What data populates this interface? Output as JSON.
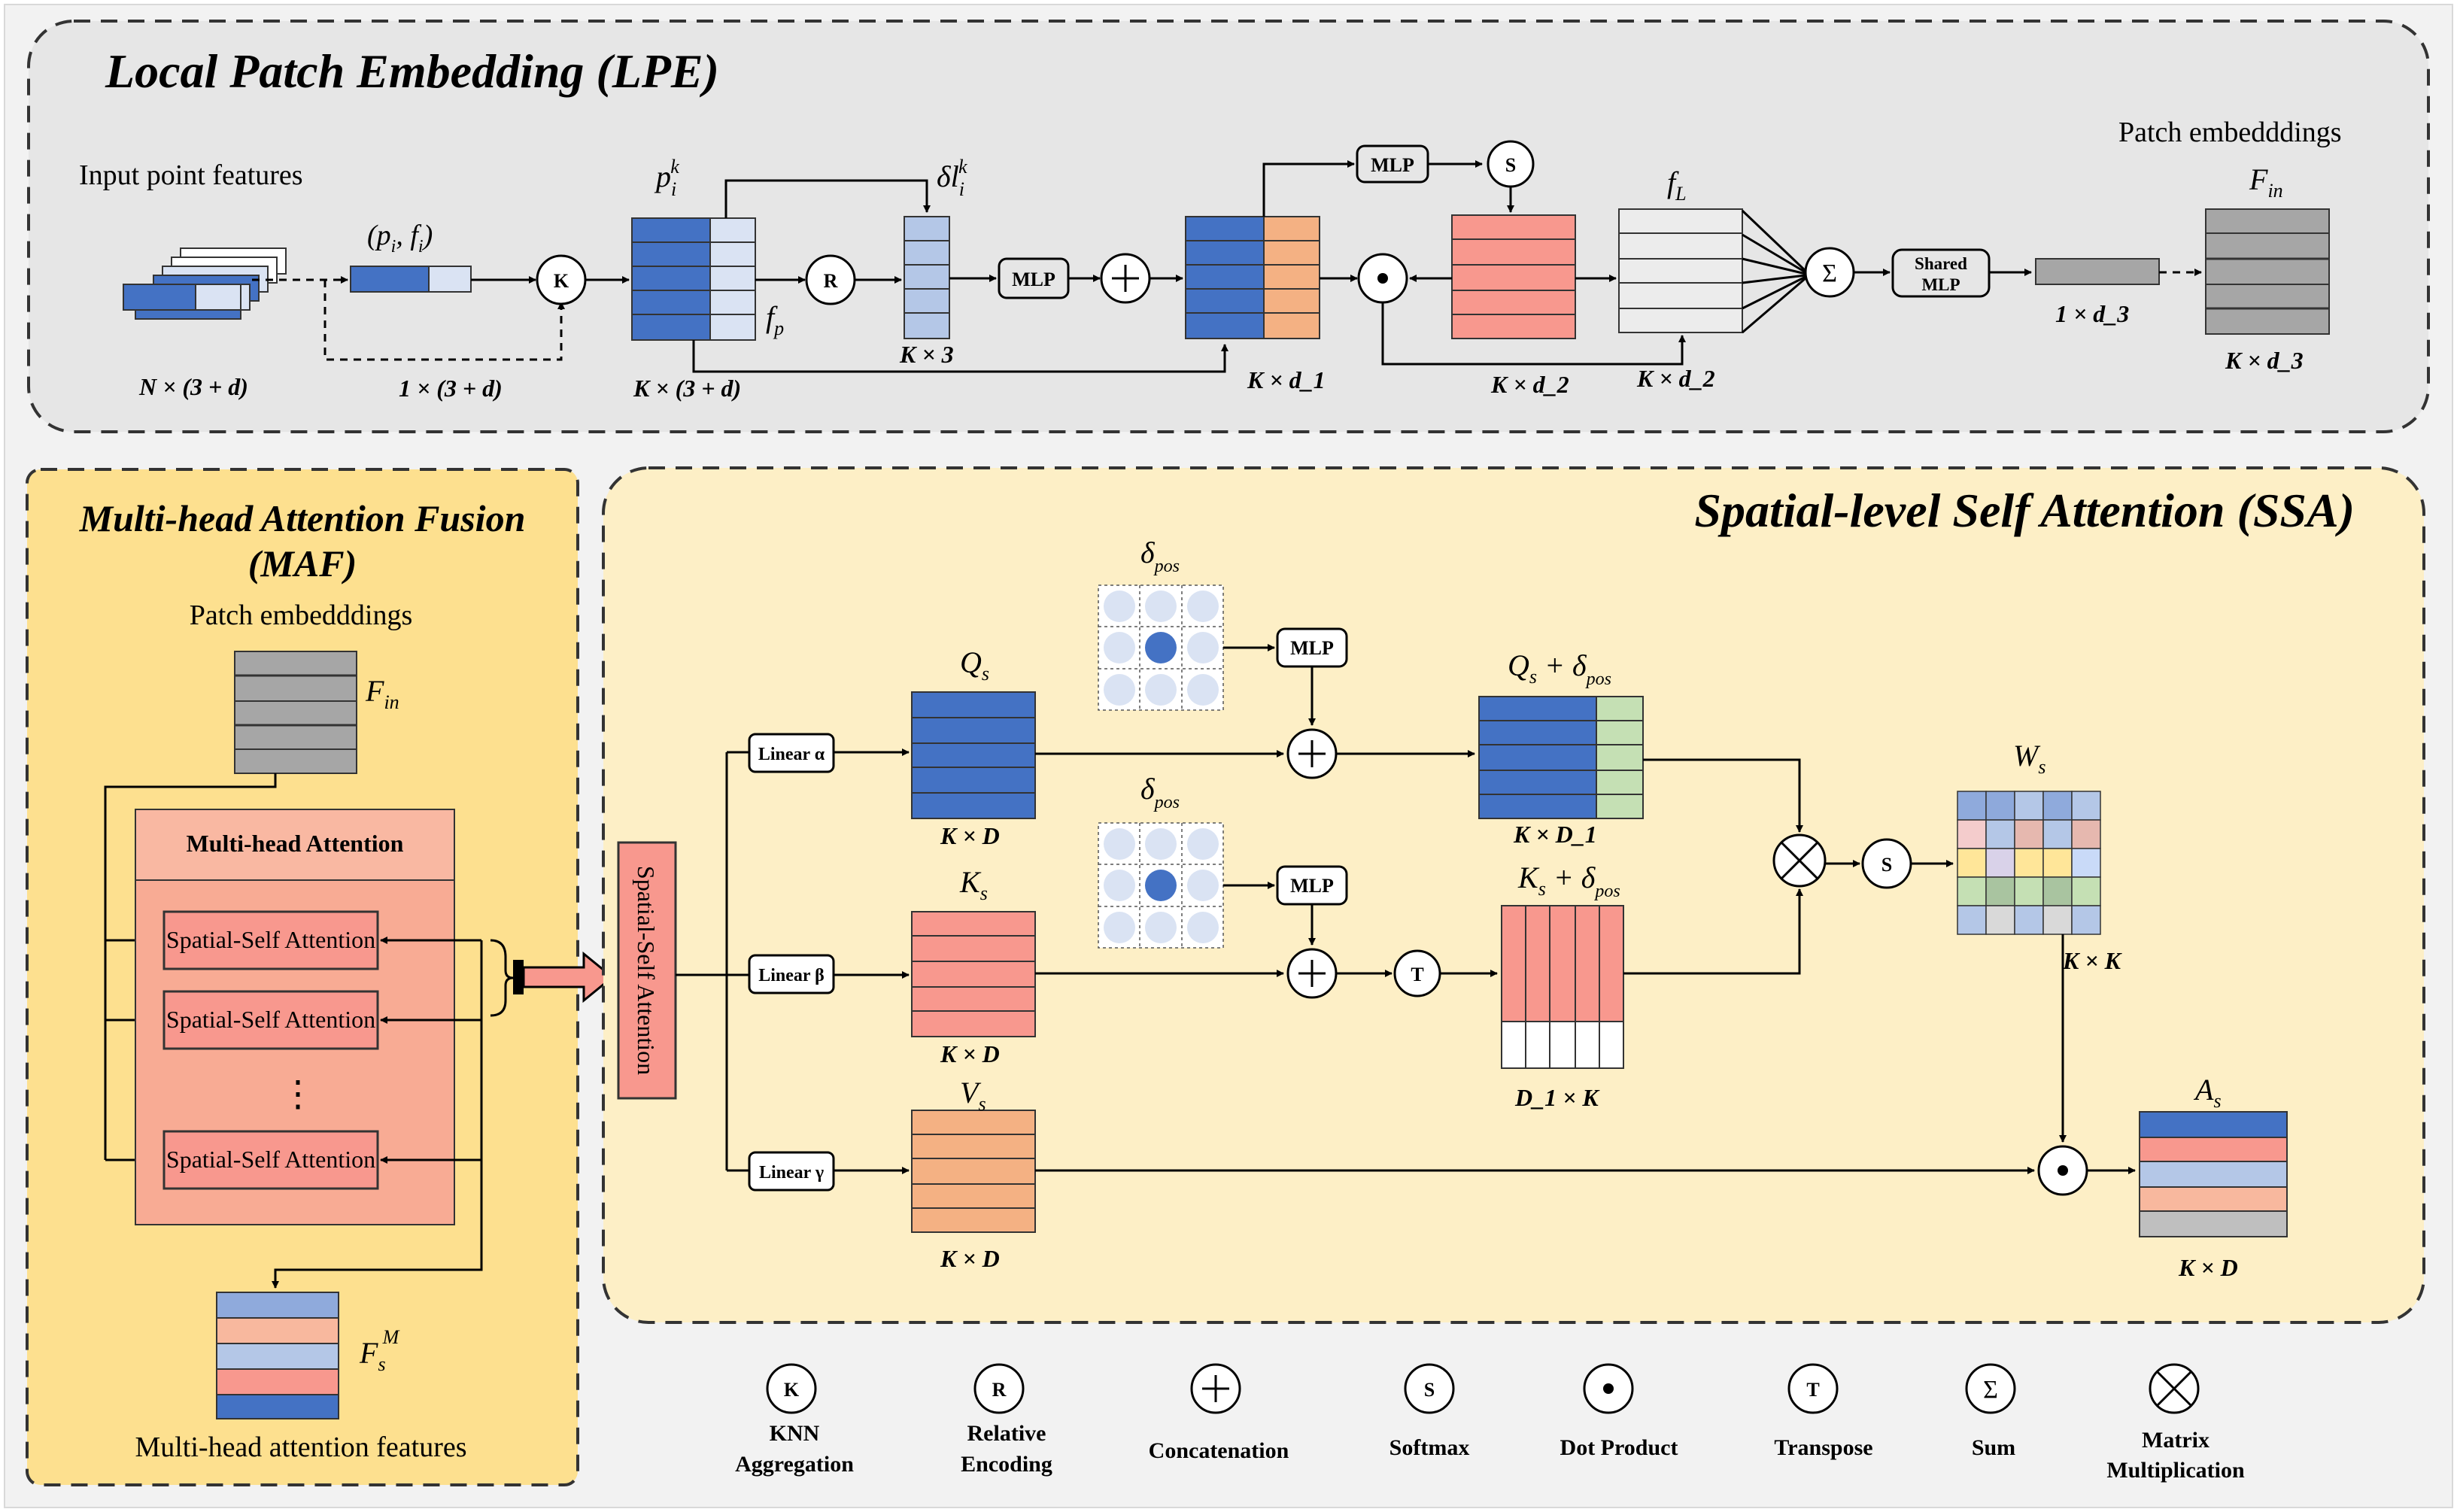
{
  "colors": {
    "lpe_bg": "#e6e6e6",
    "maf_bg": "#fde08f",
    "ssa_bg": "#fdefc6",
    "blue": "#4472c4",
    "light_blue": "#b4c7e7",
    "pale_blue": "#dae3f3",
    "red": "#f8988e",
    "orange": "#f4b183",
    "salmon": "#f8a890",
    "pink": "#f9b4a8",
    "green": "#c5e0b4",
    "gray": "#a6a6a6",
    "light_gray": "#d9d9d9",
    "dark_stripe": "#7f7f7f"
  },
  "lpe": {
    "title": "Local Patch Embedding (LPE)",
    "input_label": "Input point features",
    "input_dim": "N × (3 + d)",
    "pf_label": "(p",
    "pf_label_i": "i",
    "pf_label_mid": ", f",
    "pf_label_end": ")",
    "pf_dim": "1 × (3 + d)",
    "knn_symbol": "K",
    "pik_label": "p",
    "pik_sub": "i",
    "pik_sup": "k",
    "pik_dim": "K × (3 + d)",
    "fp_label": "f",
    "fp_sub": "p",
    "rel_symbol": "R",
    "dl_label": "δl",
    "dl_sub": "i",
    "dl_sup": "k",
    "dl_dim": "K × 3",
    "mlp1": "MLP",
    "kd1_dim": "K × d_1",
    "mlp2": "MLP",
    "softmax_symbol": "S",
    "kd2_dim": "K × d_2",
    "fl_label": "f",
    "fl_sub": "L",
    "fl_dim": "K × d_2",
    "sum_symbol": "Σ",
    "shared_mlp_1": "Shared",
    "shared_mlp_2": "MLP",
    "vec_dim": "1 × d_3",
    "patch_label": "Patch embedddings",
    "fin_label": "F",
    "fin_sub": "in",
    "fin_dim": "K × d_3"
  },
  "maf": {
    "title_line1": "Multi-head Attention Fusion",
    "title_line2": "(MAF)",
    "patch_label": "Patch embedddings",
    "fin_label": "F",
    "fin_sub": "in",
    "mha_title": "Multi-head Attention",
    "ssa_items": [
      "Spatial-Self Attention",
      "Spatial-Self Attention",
      "Spatial-Self Attention"
    ],
    "ellipsis": "⋮",
    "fsm_label": "F",
    "fsm_sub": "s",
    "fsm_sup": "M",
    "output_label": "Multi-head attention features"
  },
  "ssa": {
    "title": "Spatial-level Self Attention (SSA)",
    "ssa_block": "Spatial-Self Attention",
    "linear_alpha": "Linear α",
    "linear_beta": "Linear β",
    "linear_gamma": "Linear γ",
    "q_label": "Q",
    "q_sub": "s",
    "q_dim": "K × D",
    "k_label": "K",
    "k_sub": "s",
    "k_dim": "K × D",
    "v_label": "V",
    "v_sub": "s",
    "v_dim": "K × D",
    "delta_label": "δ",
    "delta_sub": "pos",
    "mlp_q": "MLP",
    "mlp_k": "MLP",
    "qpos_label": "Q",
    "qpos_sub": "s",
    "qpos_plus": " + δ",
    "qpos_sub2": "pos",
    "qpos_dim": "K × D_1",
    "kpos_label": "K",
    "kpos_sub": "s",
    "kpos_plus": " + δ",
    "kpos_sub2": "pos",
    "kpos_dim": "D_1 × K",
    "transpose_symbol": "T",
    "softmax_symbol": "S",
    "ws_label": "W",
    "ws_sub": "s",
    "ws_dim": "K × K",
    "as_label": "A",
    "as_sub": "s",
    "as_dim": "K × D"
  },
  "legend": [
    {
      "symbol": "K",
      "line1": "KNN",
      "line2": "Aggregation"
    },
    {
      "symbol": "R",
      "line1": "Relative",
      "line2": "Encoding"
    },
    {
      "symbol": "+",
      "line1": "Concatenation",
      "line2": ""
    },
    {
      "symbol": "S",
      "line1": "Softmax",
      "line2": ""
    },
    {
      "symbol": "•",
      "line1": "Dot Product",
      "line2": ""
    },
    {
      "symbol": "T",
      "line1": "Transpose",
      "line2": ""
    },
    {
      "symbol": "Σ",
      "line1": "Sum",
      "line2": ""
    },
    {
      "symbol": "×",
      "line1": "Matrix",
      "line2": "Multiplication"
    }
  ]
}
